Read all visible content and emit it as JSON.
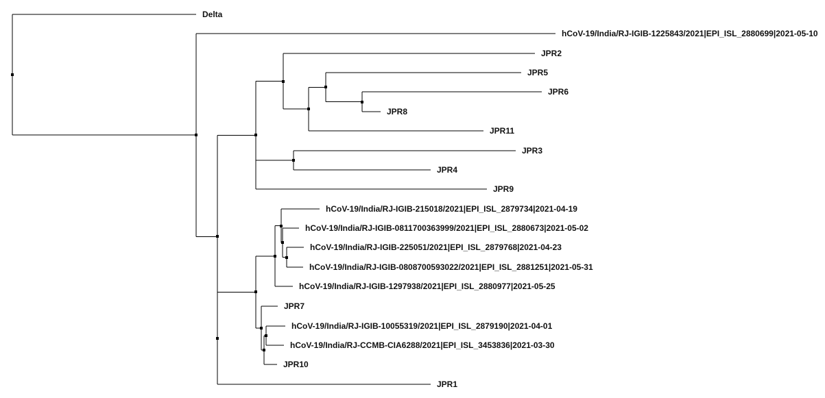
{
  "tree": {
    "line_color": "#000000",
    "label_color": "#111111",
    "leaves": [
      {
        "id": "delta",
        "label": "Delta"
      },
      {
        "id": "rj1225843",
        "label": "hCoV-19/India/RJ-IGIB-1225843/2021|EPI_ISL_2880699|2021-05-10"
      },
      {
        "id": "jpr2",
        "label": "JPR2"
      },
      {
        "id": "jpr5",
        "label": "JPR5"
      },
      {
        "id": "jpr6",
        "label": "JPR6"
      },
      {
        "id": "jpr8",
        "label": "JPR8"
      },
      {
        "id": "jpr11",
        "label": "JPR11"
      },
      {
        "id": "jpr3",
        "label": "JPR3"
      },
      {
        "id": "jpr4",
        "label": "JPR4"
      },
      {
        "id": "jpr9",
        "label": "JPR9"
      },
      {
        "id": "rj215018",
        "label": "hCoV-19/India/RJ-IGIB-215018/2021|EPI_ISL_2879734|2021-04-19"
      },
      {
        "id": "rj0811700363999",
        "label": "hCoV-19/India/RJ-IGIB-0811700363999/2021|EPI_ISL_2880673|2021-05-02"
      },
      {
        "id": "rj225051",
        "label": "hCoV-19/India/RJ-IGIB-225051/2021|EPI_ISL_2879768|2021-04-23"
      },
      {
        "id": "rj0808700593022",
        "label": "hCoV-19/India/RJ-IGIB-0808700593022/2021|EPI_ISL_2881251|2021-05-31"
      },
      {
        "id": "rj1297938",
        "label": "hCoV-19/India/RJ-IGIB-1297938/2021|EPI_ISL_2880977|2021-05-25"
      },
      {
        "id": "jpr7",
        "label": "JPR7"
      },
      {
        "id": "rj10055319",
        "label": "hCoV-19/India/RJ-IGIB-10055319/2021|EPI_ISL_2879190|2021-04-01"
      },
      {
        "id": "ccmbcia6288",
        "label": "hCoV-19/India/RJ-CCMB-CIA6288/2021|EPI_ISL_3453836|2021-03-30"
      },
      {
        "id": "jpr10",
        "label": "JPR10"
      },
      {
        "id": "jpr1",
        "label": "JPR1"
      }
    ]
  }
}
